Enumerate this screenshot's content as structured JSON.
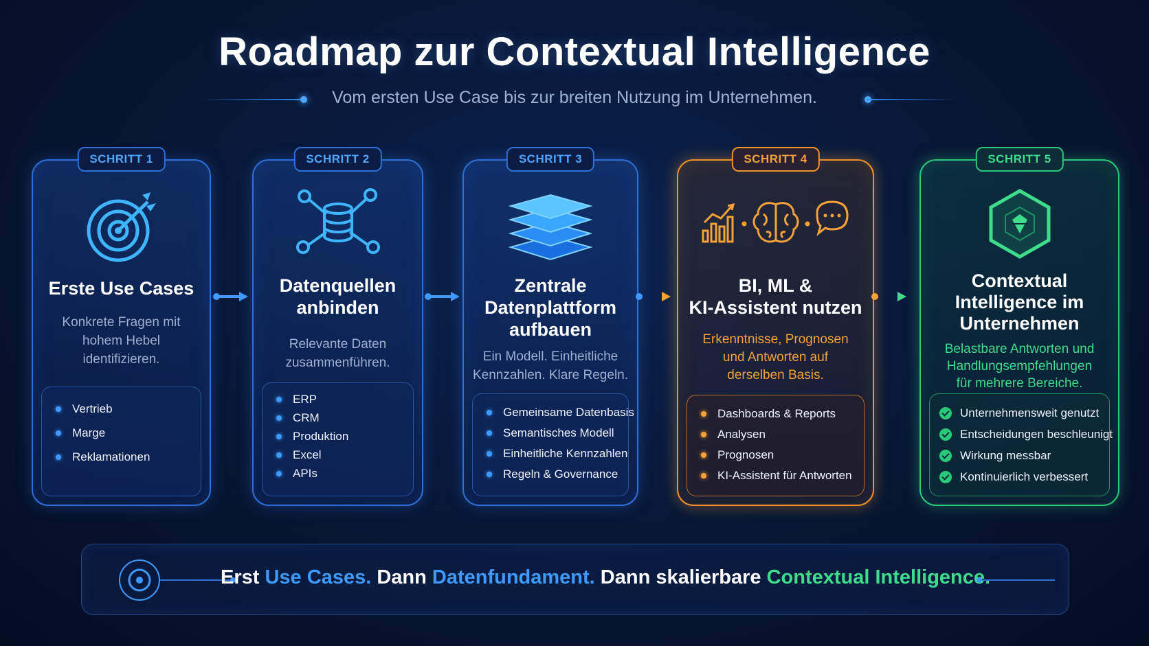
{
  "title": "Roadmap zur Contextual Intelligence",
  "subtitle": "Vom ersten Use Case bis zur breiten Nutzung im Unternehmen.",
  "colors": {
    "blue": "#2f8cff",
    "orange": "#f5a23a",
    "green": "#3fdc8c"
  },
  "steps": [
    {
      "badge": "SCHRITT 1",
      "icon": "target-icon",
      "title_lines": [
        "Erste Use Cases"
      ],
      "desc_lines": [
        "Konkrete Fragen mit",
        "hohem Hebel",
        "identifizieren."
      ],
      "items": [
        "Vertrieb",
        "Marge",
        "Reklamationen"
      ]
    },
    {
      "badge": "SCHRITT 2",
      "icon": "database-network-icon",
      "title_lines": [
        "Datenquellen",
        "anbinden"
      ],
      "desc_lines": [
        "Relevante Daten",
        "zusammenführen."
      ],
      "items": [
        "ERP",
        "CRM",
        "Produktion",
        "Excel",
        "APIs"
      ]
    },
    {
      "badge": "SCHRITT 3",
      "icon": "layers-icon",
      "title_lines": [
        "Zentrale",
        "Datenplattform",
        "aufbauen"
      ],
      "desc_lines": [
        "Ein Modell. Einheitliche",
        "Kennzahlen. Klare Regeln."
      ],
      "items": [
        "Gemeinsame Datenbasis",
        "Semantisches Modell",
        "Einheitliche Kennzahlen",
        "Regeln & Governance"
      ]
    },
    {
      "badge": "SCHRITT 4",
      "icon": "analytics-brain-chat-icon",
      "title_lines": [
        "BI, ML &",
        "KI-Assistent nutzen"
      ],
      "desc_lines": [
        "Erkenntnisse, Prognosen",
        "und Antworten auf",
        "derselben Basis."
      ],
      "items": [
        "Dashboards & Reports",
        "Analysen",
        "Prognosen",
        "KI-Assistent für Antworten"
      ]
    },
    {
      "badge": "SCHRITT 5",
      "icon": "hexagon-core-icon",
      "title_lines": [
        "Contextual",
        "Intelligence im",
        "Unternehmen"
      ],
      "desc_lines": [
        "Belastbare Antworten und",
        "Handlungsempfehlungen",
        "für mehrere Bereiche."
      ],
      "items": [
        "Unternehmensweit genutzt",
        "Entscheidungen beschleunigt",
        "Wirkung messbar",
        "Kontinuierlich verbessert"
      ]
    }
  ],
  "summary": {
    "icon": "target-ring-icon",
    "part1": "Erst ",
    "hl1": "Use Cases.",
    "part2": " Dann ",
    "hl2": "Datenfundament.",
    "part3": " Dann skalierbare ",
    "hl3": "Contextual Intelligence."
  }
}
